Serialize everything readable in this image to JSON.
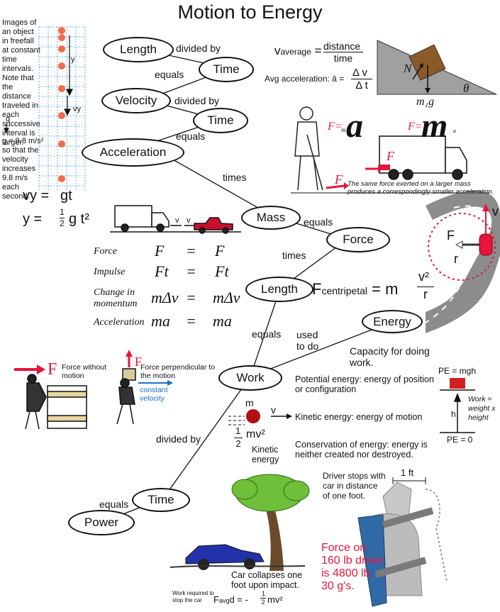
{
  "title": "Motion to Energy",
  "freefall": {
    "note": "Images of an object in freefall at constant time intervals. Note that the distance traveled in each successive interval is larger.",
    "y_label": "y",
    "vy_label": "vy",
    "g_label": "g",
    "g_value": "g = 9.8 m/s²",
    "g_note": "so that the velocity increases 9.8 m/s each second."
  },
  "equations": {
    "vy_lhs": "vy =",
    "vy_rhs": "gt",
    "y_lhs": "y =",
    "y_num": "1",
    "y_den": "2",
    "y_rhs": "g t²",
    "vavg_lhs": "v",
    "vavg_sub": "average",
    "vavg_eq": "=",
    "vavg_num": "distance",
    "vavg_den": "time",
    "acc_label": "Avg acceleration: ā =",
    "acc_num": "Δ v",
    "acc_den": "Δ t",
    "centripetal": "F",
    "centripetal_sub": "centripetal",
    "centripetal_eq": "= m",
    "centripetal_num": "v²",
    "centripetal_den": "r"
  },
  "nodes": {
    "length1": "Length",
    "time1": "Time",
    "velocity": "Velocity",
    "time2": "Time",
    "acceleration": "Acceleration",
    "mass": "Mass",
    "force": "Force",
    "length2": "Length",
    "energy": "Energy",
    "work": "Work",
    "time3": "Time",
    "power": "Power"
  },
  "links": {
    "divided_by_1": "divided by",
    "equals_1": "equals",
    "divided_by_2": "divided by",
    "equals_2": "equals",
    "times_1": "times",
    "equals_3": "equals",
    "times_2": "times",
    "equals_4": "equals",
    "used_to_do": "used to do",
    "divided_by_3": "divided by",
    "equals_5": "equals"
  },
  "ramp": {
    "normal": "N",
    "angle": "θ",
    "weight": "m₁g"
  },
  "golfer": {
    "f_small": "F=",
    "m_small": "m",
    "a_big": "a",
    "f_big": "F=",
    "m_big": "m",
    "a_small": "a",
    "f_arrow_1": "F",
    "f_arrow_2": "F",
    "caption": "The same force exerted on a larger mass produces a correspondingly smaller acceleration."
  },
  "truck_labels": {
    "v1": "v",
    "v2": "v"
  },
  "momentum_table": [
    {
      "label": "Force",
      "lhs": "F",
      "eq": "=",
      "rhs": "F"
    },
    {
      "label": "Impulse",
      "lhs": "Ft",
      "eq": "=",
      "rhs": "Ft"
    },
    {
      "label": "Change in momentum",
      "lhs": "mΔv",
      "eq": "=",
      "rhs": "mΔv"
    },
    {
      "label": "Acceleration",
      "lhs": "ma",
      "eq": "=",
      "rhs": "ma"
    }
  ],
  "road": {
    "v": "v",
    "f": "F",
    "r": "r"
  },
  "energy": {
    "capacity": "Capacity for doing work.",
    "potential": "Potential energy: energy of position or configuration",
    "kinetic": "Kinetic energy: energy of motion",
    "conservation": "Conservation of energy: energy is neither created nor destroyed.",
    "pe_mgh": "PE = mgh",
    "pe_zero": "PE = 0",
    "h": "h",
    "work_note": "Work = weight x height",
    "ke_m": "m",
    "ke_v": "v",
    "ke_num": "1",
    "ke_den": "2",
    "ke_formula": "mv²",
    "ke_label": "Kinetic energy"
  },
  "workers": {
    "f1": "F",
    "caption1": "Force without motion",
    "f2": "F",
    "caption2": "Force perpendicular to the motion",
    "constant_velocity": "constant velocity"
  },
  "crash": {
    "caption": "Car collapses one foot upon impact.",
    "work_note": "Work required to stop the car",
    "f_avg": "F",
    "f_avg_sub": "avg",
    "formula": "d = -",
    "half_num": "1",
    "half_den": "2",
    "mv2": "mv²",
    "driver_note": "Driver stops with car in distance of one foot.",
    "one_ft": "1 ft",
    "force_note": "Force on 160 lb driver is 4800 lb, 30 g's."
  },
  "colors": {
    "accent_red": "#e8143c",
    "blue": "#1a6fc0",
    "grid": "#3aa0d8",
    "dot": "#f26b4a"
  }
}
